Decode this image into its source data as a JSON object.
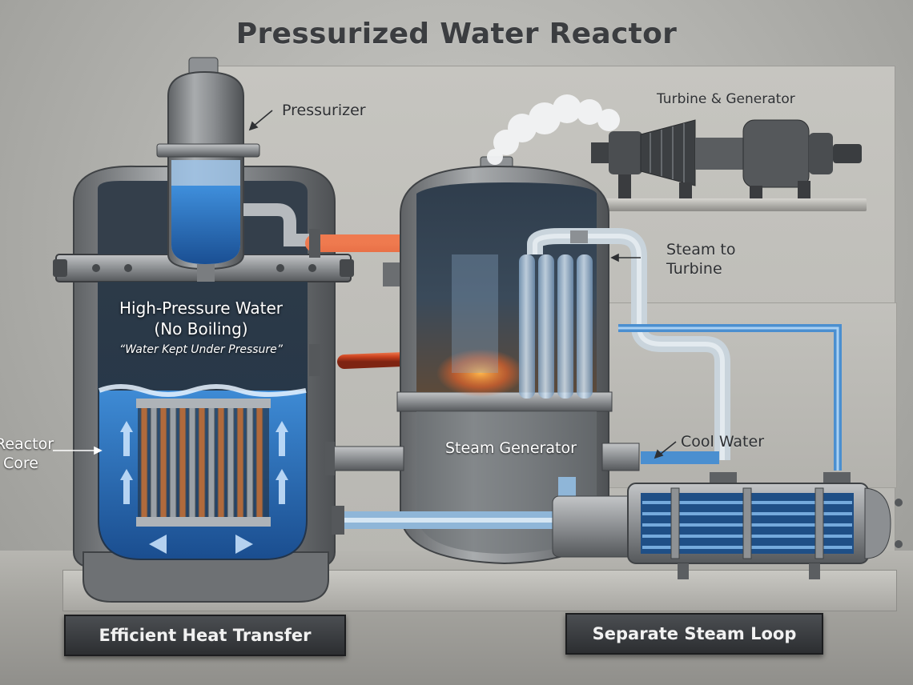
{
  "title": "Pressurized Water Reactor",
  "labels": {
    "pressurizer": "Pressurizer",
    "turbine_generator": "Turbine & Generator",
    "steam_to_turbine_line1": "Steam to",
    "steam_to_turbine_line2": "Turbine",
    "high_pressure_line1": "High-Pressure Water",
    "high_pressure_line2": "(No Boiling)",
    "high_pressure_sub": "“Water Kept Under Pressure”",
    "reactor_core_line1": "Reactor",
    "reactor_core_line2": "Core",
    "steam_generator": "Steam Generator",
    "cool_water": "Cool Water"
  },
  "banners": {
    "left": "Efficient Heat Transfer",
    "right": "Separate Steam Loop"
  },
  "colors": {
    "hot_pipe": "#c8401e",
    "cool_pipe": "#4a8fd0",
    "steam_pipe": "#c9d4dc",
    "water": "#2b74c4",
    "steel": "#8a8d90"
  }
}
